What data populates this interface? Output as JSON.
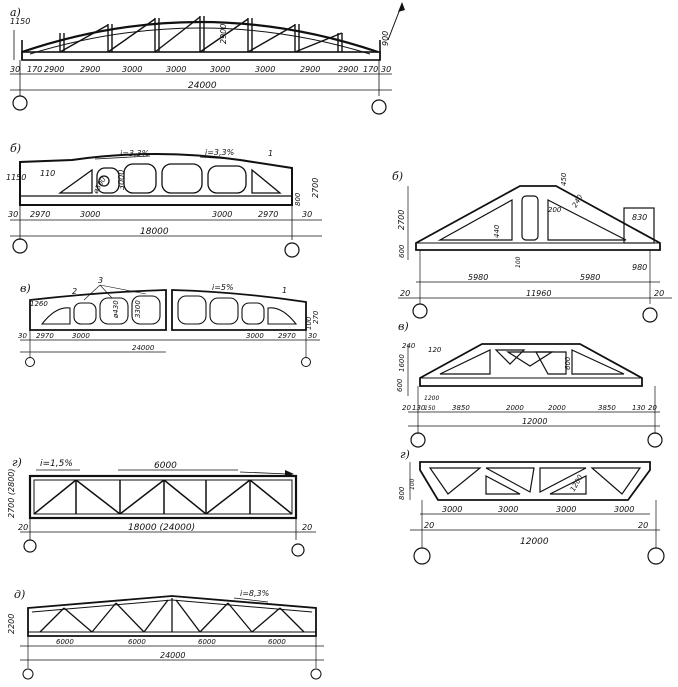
{
  "panels": {
    "a": {
      "label": "а)",
      "heights": [
        "1150",
        "2900",
        "900"
      ],
      "left_offset": "30",
      "right_offset": "30",
      "spans": [
        "170",
        "2900",
        "2900",
        "3000",
        "3000",
        "3000",
        "3000",
        "2900",
        "2900",
        "170"
      ],
      "total": "24000"
    },
    "b": {
      "label": "б)",
      "slope_left": "i=3,3%",
      "slope_right": "i=3,3%",
      "callout": "1",
      "heights": [
        "1150",
        "110",
        "100",
        "3000",
        "2700",
        "800"
      ],
      "opening": "ø500",
      "left_offset": "30",
      "right_offset": "30",
      "spans": [
        "2970",
        "3000",
        "3000",
        "2970"
      ],
      "total": "18000"
    },
    "v": {
      "label": "в)",
      "slope": "i=5%",
      "callouts": [
        "2",
        "3",
        "1"
      ],
      "heights": [
        "1260",
        "3300",
        "270",
        "100"
      ],
      "opening": "ø430",
      "left_offset": "30",
      "right_offset": "30",
      "spans": [
        "2970",
        "3000",
        "3000",
        "2970"
      ],
      "total": "24000"
    },
    "g": {
      "label": "г)",
      "slope": "i=1,5%",
      "module": "6000",
      "height": "2700 (2800)",
      "left_offset": "20",
      "right_offset": "20",
      "total": "18000 (24000)"
    },
    "d": {
      "label": "д)",
      "slope": "i=8,3%",
      "height": "2200",
      "spans": [
        "6000",
        "6000",
        "6000",
        "6000"
      ],
      "total": "24000"
    },
    "b2": {
      "label": "б)",
      "heights": [
        "2700",
        "450",
        "240",
        "200",
        "440",
        "100",
        "600"
      ],
      "right_dims": [
        "830",
        "980"
      ],
      "spans": [
        "5980",
        "5980"
      ],
      "total": "11960",
      "left_offset": "20",
      "right_offset": "20"
    },
    "v2": {
      "label": "в)",
      "heights": [
        "240",
        "1600",
        "120",
        "600",
        "1200",
        "150",
        "600"
      ],
      "spans": [
        "3850",
        "2000",
        "2000",
        "3850"
      ],
      "end_dims": [
        "130",
        "130"
      ],
      "total": "12000",
      "left_offset": "20",
      "right_offset": "20"
    },
    "g2": {
      "label": "г)",
      "heights": [
        "800",
        "100",
        "1200"
      ],
      "spans": [
        "3000",
        "3000",
        "3000",
        "3000"
      ],
      "total": "12000",
      "left_offset": "20",
      "right_offset": "20"
    }
  }
}
